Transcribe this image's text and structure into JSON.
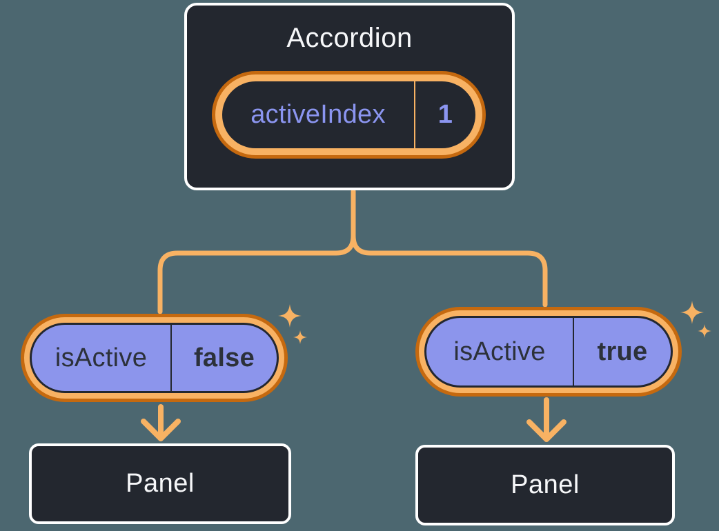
{
  "diagram": {
    "root": {
      "title": "Accordion",
      "state": {
        "label": "activeIndex",
        "value": "1"
      }
    },
    "children": [
      {
        "state": {
          "label": "isActive",
          "value": "false"
        },
        "panel_label": "Panel"
      },
      {
        "state": {
          "label": "isActive",
          "value": "true"
        },
        "panel_label": "Panel"
      }
    ]
  },
  "icons": {
    "sparkle": "sparkle-icon",
    "arrow_down": "arrow-down-icon"
  },
  "colors": {
    "bg": "#4c6770",
    "surface": "#23272f",
    "surface-border": "#ffffff",
    "orange": "#f8b263",
    "orange-dark": "#c5690f",
    "purple": "#8c95ec",
    "purple-text": "#8b95f0",
    "ink": "#2c313a",
    "text-light": "#f6f7f9"
  }
}
